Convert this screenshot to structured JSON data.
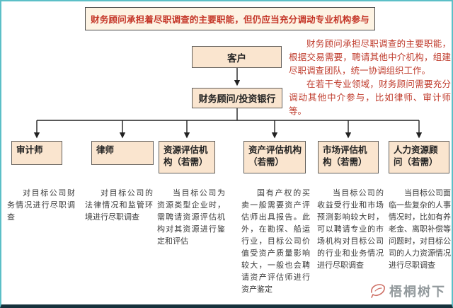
{
  "title": {
    "text": "财务顾问承担着尽职调查的主要职能，但仍应当充分调动专业机构参与"
  },
  "flow": {
    "client_label": "客户",
    "advisor_label": "财务顾问/投资银行"
  },
  "note": {
    "paragraph1": "财务顾问承担尽职调查的主要职能，根据交易需要，聘请其他中介机构，组建尽职调查团队，统一协调组织工作。",
    "paragraph2": "在若干专业领域，财务顾问需要充分调动其他中介参与，比如律师、审计师等。"
  },
  "branches": [
    {
      "label": "审计师",
      "desc": "对目标公司财务情况进行尽职调查"
    },
    {
      "label": "律师",
      "desc": "对目标公司的法律情况和监管环境进行尽职调查"
    },
    {
      "label": "资源评估机构（若需）",
      "desc": "当目标公司为资源类型企业时，需聘请资源评估机构对其资源进行鉴定和评估"
    },
    {
      "label": "资产评估机构（若需）",
      "desc": "国有产权的买卖一般需要资产评估师出具报告。此外，在勘探、船运行业，目标公司价值受资产质量影响较大，一般也会聘请资产评估师进行资产鉴定"
    },
    {
      "label": "市场评估机构（若需）",
      "desc": "当目标公司的收益受行业和市场预测影响较大时，可以聘请专业的市场机构对目标公司的行业和业务情况进行尽职调查"
    },
    {
      "label": "人力资源顾问（若需）",
      "desc": "当目标公司面临一些复杂的人事情况时，比如有养老金、离职补偿等问题时，对目标公司的人力资源情况进行尽职调查"
    }
  ],
  "watermark": {
    "text": "梧桐树下",
    "icon": "leaf-icon"
  },
  "colors": {
    "frame_border": "#5cbfc7",
    "box_fill": "#fae5cf",
    "title_fill": "#fdf3e3",
    "box_border": "#63605c",
    "title_text": "#c43527",
    "note_text": "#bf3a2b",
    "connector": "#222222"
  }
}
